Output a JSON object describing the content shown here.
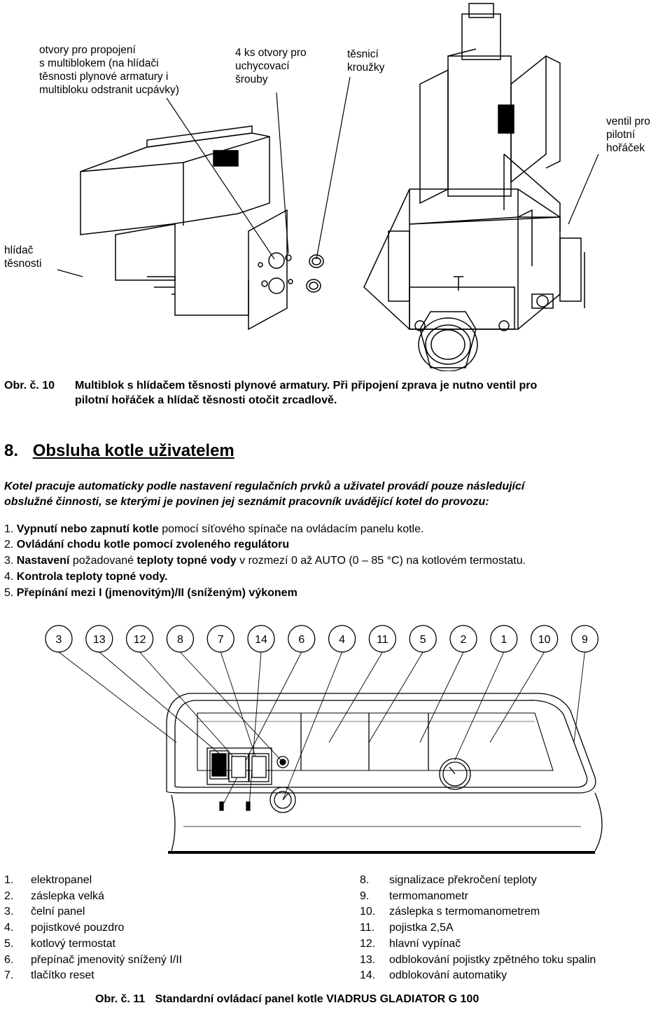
{
  "figure10": {
    "labels": {
      "ports": [
        "otvory pro propojení",
        "s multiblokem (na hlídači",
        "těsnosti plynové armatury i",
        "multibloku odstranit ucpávky)"
      ],
      "screws": [
        "4 ks otvory pro",
        "uchycovací",
        "šrouby"
      ],
      "seals": [
        "těsnicí",
        "kroužky"
      ],
      "pilot_valve": [
        "ventil pro",
        "pilotní",
        "hořáček"
      ],
      "leak_monitor": [
        "hlídač",
        "těsnosti"
      ]
    },
    "caption": {
      "number": "Obr. č. 10",
      "line1": "Multiblok s hlídačem těsnosti plynové armatury. Při připojení zprava je nutno ventil pro",
      "line2": "pilotní hořáček a hlídač těsnosti otočit zrcadlově."
    }
  },
  "section": {
    "number": "8.",
    "title": "Obsluha kotle uživatelem",
    "intro_line1": "Kotel pracuje automaticky podle nastavení regulačních prvků a uživatel provádí pouze následující",
    "intro_line2": "obslužné činnosti, se kterými je povinen jej seznámit pracovník uvádějící kotel do provozu:",
    "steps": [
      {
        "n": "1.",
        "bold": "Vypnutí nebo zapnutí kotle",
        "rest": " pomocí síťového spínače na ovládacím panelu kotle."
      },
      {
        "n": "2.",
        "bold": "Ovládání chodu kotle pomocí zvoleného regulátoru",
        "rest": ""
      },
      {
        "n": "3.",
        "bold": "Nastavení",
        "mid": " požadované ",
        "bold2": "teploty topné vody",
        "rest": " v rozmezí 0 až AUTO (0 – 85 °C) na kotlovém termostatu."
      },
      {
        "n": "4.",
        "bold": "Kontrola teploty topné vody.",
        "rest": ""
      },
      {
        "n": "5.",
        "bold": "Přepínání mezi I (jmenovitým)/II (sníženým) výkonem",
        "rest": ""
      }
    ]
  },
  "figure11": {
    "callouts": [
      "3",
      "13",
      "12",
      "8",
      "7",
      "14",
      "6",
      "4",
      "11",
      "5",
      "2",
      "1",
      "10",
      "9"
    ],
    "legend_left": [
      {
        "n": "1.",
        "t": "elektropanel"
      },
      {
        "n": "2.",
        "t": "záslepka velká"
      },
      {
        "n": "3.",
        "t": "čelní panel"
      },
      {
        "n": "4.",
        "t": "pojistkové pouzdro"
      },
      {
        "n": "5.",
        "t": "kotlový termostat"
      },
      {
        "n": "6.",
        "t": "přepínač jmenovitý snížený I/II"
      },
      {
        "n": "7.",
        "t": "tlačítko reset"
      }
    ],
    "legend_right": [
      {
        "n": "8.",
        "t": "signalizace překročení teploty"
      },
      {
        "n": "9.",
        "t": "termomanometr"
      },
      {
        "n": "10.",
        "t": "záslepka s termomanometrem"
      },
      {
        "n": "11.",
        "t": "pojistka 2,5A"
      },
      {
        "n": "12.",
        "t": "hlavní vypínač"
      },
      {
        "n": "13.",
        "t": "odblokování pojistky zpětného toku spalin"
      },
      {
        "n": "14.",
        "t": "odblokování automatiky"
      }
    ],
    "caption": {
      "number": "Obr. č. 11",
      "text": "Standardní ovládací panel kotle VIADRUS GLADIATOR G 100"
    }
  }
}
